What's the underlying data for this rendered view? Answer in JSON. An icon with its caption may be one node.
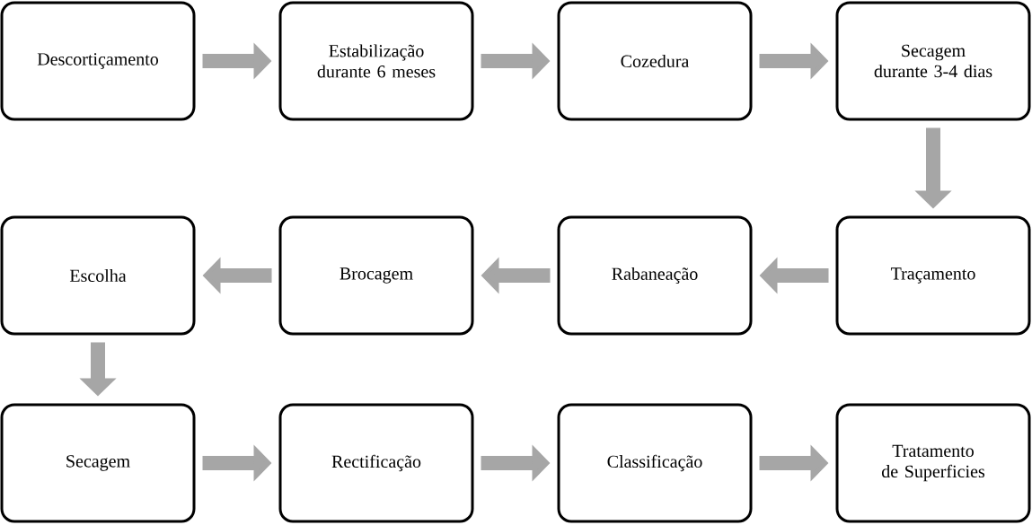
{
  "diagram": {
    "nodes": [
      {
        "text": [
          "Descortiçamento"
        ]
      },
      {
        "text": [
          "Estabilização durante 6 meses"
        ]
      },
      {
        "text": [
          "Cozedura"
        ]
      },
      {
        "text": [
          "Secagem durante 3-4 dias"
        ]
      },
      {
        "text": [
          "Escolha"
        ]
      },
      {
        "text": [
          "Brocagem"
        ]
      },
      {
        "text": [
          "Rabaneação"
        ]
      },
      {
        "text": [
          "Traçamento"
        ]
      },
      {
        "text": [
          "Secagem"
        ]
      },
      {
        "text": [
          "Rectificação"
        ]
      },
      {
        "text": [
          "Classificação"
        ]
      },
      {
        "text": [
          "Tratamento de Superficies"
        ]
      }
    ],
    "edges": [
      {
        "from": 0,
        "to": 1,
        "arrow": "to"
      },
      {
        "from": 1,
        "to": 2,
        "arrow": "to"
      },
      {
        "from": 2,
        "to": 3,
        "arrow": "to"
      },
      {
        "from": 3,
        "to": 7,
        "arrow": "to"
      },
      {
        "from": 7,
        "to": 6,
        "arrow": "to"
      },
      {
        "from": 6,
        "to": 5,
        "arrow": "to"
      },
      {
        "from": 5,
        "to": 4,
        "arrow": "to"
      },
      {
        "from": 4,
        "to": 8,
        "arrow": "to"
      },
      {
        "from": 8,
        "to": 9,
        "arrow": "to"
      },
      {
        "from": 9,
        "to": 10,
        "arrow": "to"
      },
      {
        "from": 10,
        "to": 11,
        "arrow": "to"
      }
    ]
  }
}
